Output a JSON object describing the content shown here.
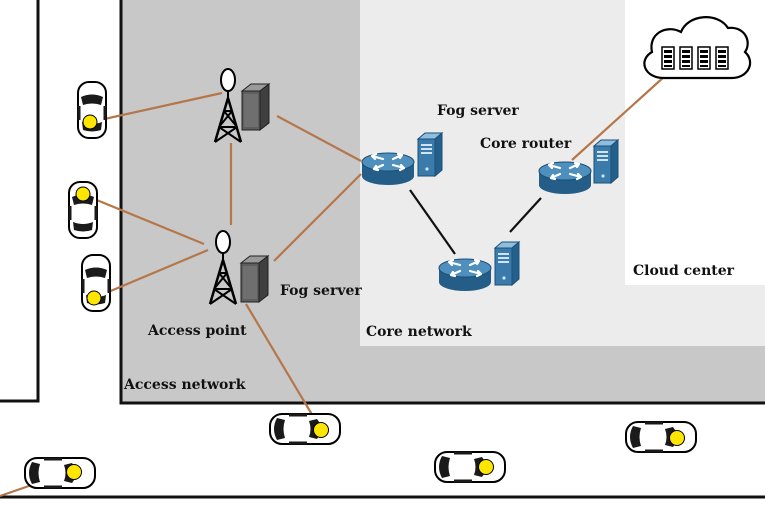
{
  "labels": {
    "access_point": "Access point",
    "access_network": "Access network",
    "fog_server_access": "Fog server",
    "fog_server_core": "Fog server",
    "core_router": "Core router",
    "core_network": "Core network",
    "cloud_center": "Cloud center"
  },
  "icons": {
    "access_point": "radio-tower-icon",
    "fog_server": "server-tower-icon",
    "router": "router-icon",
    "cloud": "cloud-datacenter-icon",
    "vehicle": "car-top-view-icon"
  },
  "colors": {
    "road_lines": "#111111",
    "access_network_bg": "#c8c8c8",
    "core_network_bg": "#ececec",
    "cloud_area_bg": "#ffffff",
    "wireless_link": "#b5764a",
    "core_link": "#111111",
    "router_fill": "#2f6f9a",
    "server_fill": "#3a7bab",
    "car_body": "#ffffff",
    "car_unit": "#ffe600"
  }
}
